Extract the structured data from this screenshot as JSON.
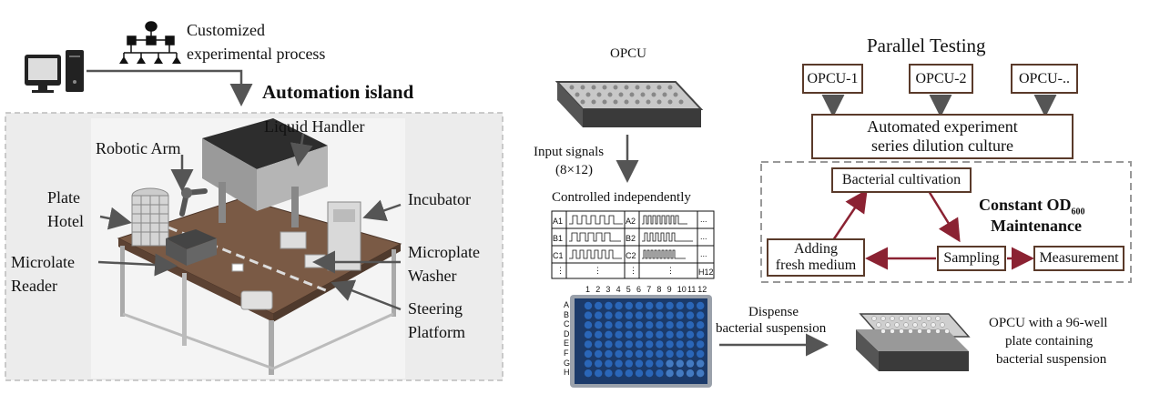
{
  "left": {
    "process_label": "Customized experimental process",
    "process_line1": "Customized",
    "process_line2": "experimental process",
    "title": "Automation island",
    "components": {
      "liquid_handler": "Liquid Handler",
      "robotic_arm": "Robotic Arm",
      "plate_hotel_1": "Plate",
      "plate_hotel_2": "Hotel",
      "incubator": "Incubator",
      "microplate_washer_1": "Microplate",
      "microplate_washer_2": "Washer",
      "microlate_reader_1": "Microlate",
      "microlate_reader_2": "Reader",
      "steering_platform_1": "Steering",
      "steering_platform_2": "Platform"
    }
  },
  "middle": {
    "opcu": "OPCU",
    "input_signals_1": "Input signals",
    "input_signals_2": "(8×12)",
    "controlled": "Controlled independently",
    "grid": {
      "rows": [
        "A1",
        "B1",
        "C1",
        "⋮"
      ],
      "rows2": [
        "A2",
        "B2",
        "C2",
        "⋮"
      ],
      "dots": "...",
      "h12": "H12"
    },
    "plate_cols": [
      "1",
      "2",
      "3",
      "4",
      "5",
      "6",
      "7",
      "8",
      "9",
      "10",
      "11",
      "12"
    ],
    "plate_rows": [
      "A",
      "B",
      "C",
      "D",
      "E",
      "F",
      "G",
      "H"
    ],
    "dispense_1": "Dispense",
    "dispense_2": "bacterial suspension",
    "opcu_plate_1": "OPCU with a 96-well",
    "opcu_plate_2": "plate containing",
    "opcu_plate_3": "bacterial suspension"
  },
  "right": {
    "title": "Parallel Testing",
    "opcu_boxes": [
      "OPCU-1",
      "OPCU-2",
      "OPCU-.."
    ],
    "automated_1": "Automated experiment",
    "automated_2": "series dilution culture",
    "bacterial_cultivation": "Bacterial cultivation",
    "constant_od": "Constant OD",
    "od_sub": "600",
    "maintenance": "Maintenance",
    "adding_1": "Adding",
    "adding_2": "fresh medium",
    "sampling": "Sampling",
    "measurement": "Measurement"
  },
  "colors": {
    "arrow_gray": "#555555",
    "arrow_red": "#8b2232",
    "box_border": "#5a3a2a",
    "panel_bg": "#e9e9e9",
    "table_wood": "#7a5a45",
    "plate_dark": "#1b3a6a",
    "well_blue": "#2a66b8"
  }
}
